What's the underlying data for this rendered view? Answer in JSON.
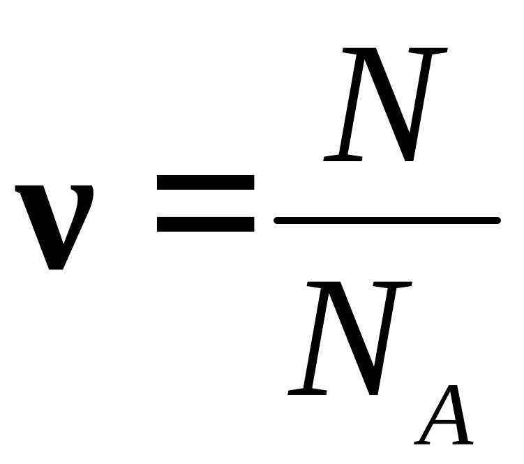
{
  "formula": {
    "lhs": "ν",
    "operator": "=",
    "numerator": "N",
    "denominator": "N",
    "denominator_subscript": "A"
  }
}
